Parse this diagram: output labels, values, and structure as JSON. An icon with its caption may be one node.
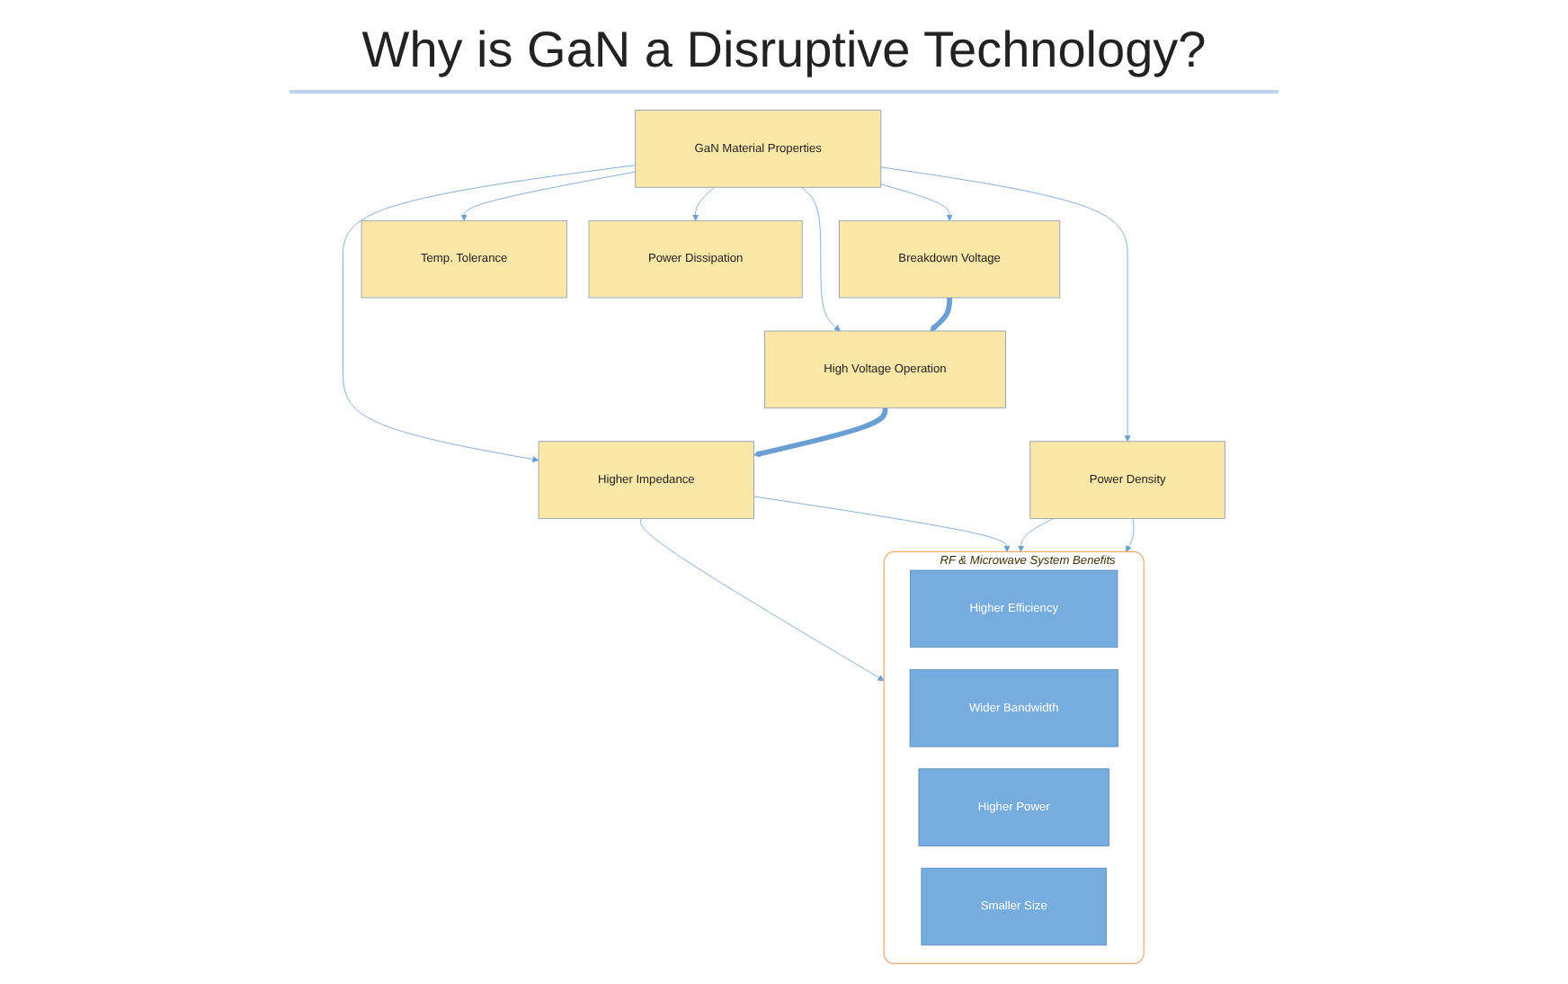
{
  "diagram": {
    "title": "Why is GaN a Disruptive Technology?",
    "nodes": [
      {
        "text": [
          "Breakdown Voltage"
        ]
      },
      {
        "text": [
          "Temp. Tolerance"
        ]
      },
      {
        "text": [
          "High Voltage Operation"
        ]
      },
      {
        "text": [
          "GaN Material Properties"
        ]
      },
      {
        "text": [
          "Power Dissipation"
        ]
      },
      {
        "text": [
          "Higher Impedance"
        ]
      },
      {
        "text": [
          "Power Density"
        ]
      },
      {
        "text": [
          "RF & Microwave System Benefits"
        ]
      },
      {
        "text": [
          "Higher Efficiency"
        ],
        "in": 7
      },
      {
        "text": [
          "Wider Bandwidth"
        ],
        "in": 7
      },
      {
        "text": [
          "Higher Power"
        ],
        "in": 7
      },
      {
        "text": [
          "Smaller Size"
        ],
        "in": 7
      }
    ],
    "edges": [
      {
        "from": 3,
        "to": 0,
        "arrow": "to"
      },
      {
        "from": 3,
        "to": 2,
        "arrow": "to"
      },
      {
        "from": 3,
        "to": 5,
        "arrow": "to"
      },
      {
        "from": 3,
        "to": 1,
        "arrow": "to"
      },
      {
        "from": 3,
        "to": 4,
        "arrow": "to"
      },
      {
        "from": 3,
        "to": 6,
        "arrow": "to"
      },
      {
        "from": 0,
        "to": 2,
        "arrow": "to",
        "style": "thick"
      },
      {
        "from": 2,
        "to": 5,
        "arrow": "to",
        "style": "thick"
      },
      {
        "from": 5,
        "to": 7,
        "arrow": "to"
      },
      {
        "from": 5,
        "to": 7,
        "arrow": "to"
      },
      {
        "from": 6,
        "to": 7,
        "arrow": "to"
      },
      {
        "from": 6,
        "to": 7,
        "arrow": "to"
      }
    ]
  }
}
